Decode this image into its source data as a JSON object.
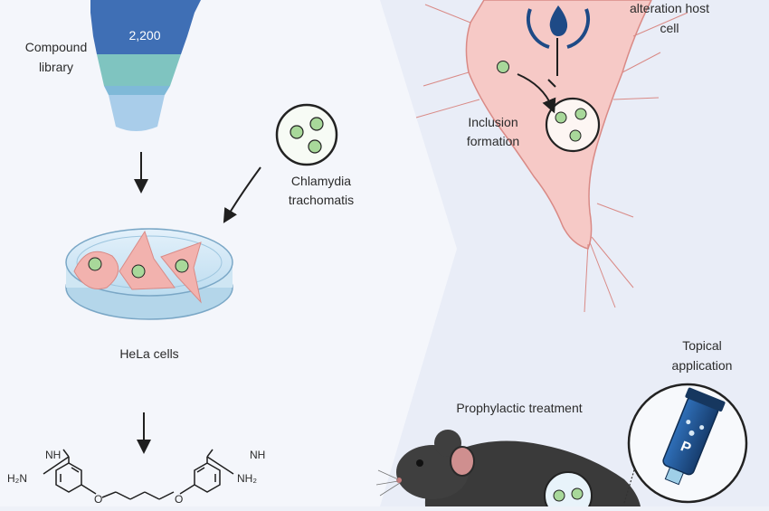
{
  "screening": {
    "funnel_count": "2,200",
    "library_label": [
      "Compound",
      "library"
    ],
    "pathogen_label": [
      "Chlamydia",
      "trachomatis"
    ],
    "cells_label": "HeLa cells"
  },
  "compound": {
    "left_group": "NH",
    "left_amine": "H₂N",
    "right_group": "NH",
    "right_amine": "NH₂"
  },
  "host_cell": {
    "alteration_label": [
      "alteration host",
      "cell"
    ],
    "inclusion_label": [
      "Inclusion",
      "formation"
    ]
  },
  "treatment": {
    "prophylactic_label": "Prophylactic treatment",
    "topical_label": [
      "Topical",
      "application"
    ],
    "tube_letter": "P"
  },
  "colors": {
    "background_left": "#f4f6fb",
    "background_right": "#e9edf7",
    "cell_fill": "#f6c9c6",
    "bacteria": "#a8d89a",
    "funnel_top": "#3f6fb5",
    "tube": "#1f4f8a"
  }
}
